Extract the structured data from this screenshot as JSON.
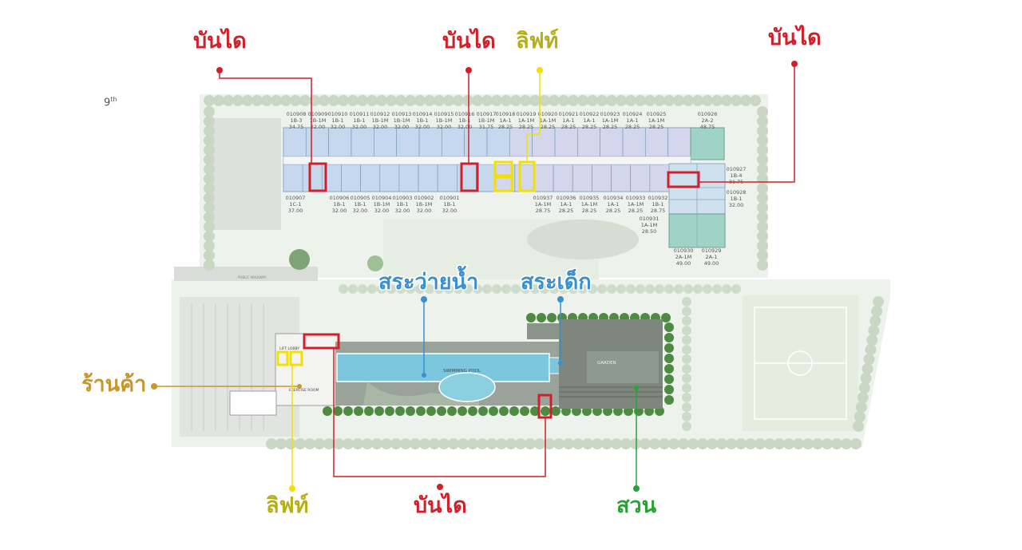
{
  "floor": {
    "number": "9",
    "suffix": "th"
  },
  "colors": {
    "stairs": "#d0202a",
    "lift": "#f2e000",
    "lift_label": "#b5b01a",
    "pool": "#3a8fd0",
    "shop": "#c8962a",
    "garden": "#27a336"
  },
  "callouts": {
    "stairs_1": "บันได",
    "stairs_2": "บันได",
    "lift_top": "ลิฟท์",
    "stairs_3": "บันได",
    "pool": "สระว่ายน้ำ",
    "kids_pool": "สระเด็ก",
    "shop": "ร้านค้า",
    "lift_bottom": "ลิฟท์",
    "stairs_bottom": "บันได",
    "garden": "สวน"
  },
  "map_labels": {
    "swimming_pool": "SWIMMING POOL",
    "garden": "GARDEN",
    "lift_lobby": "LIFT LOBBY",
    "room": "EXERCISE ROOM",
    "road": "PUBLIC WALKWAY"
  },
  "top_units": [
    [
      "010908",
      "1B-3",
      "34.75"
    ],
    [
      "010909",
      "1B-1M",
      "32.00"
    ],
    [
      "010910",
      "1B-1",
      "32.00"
    ],
    [
      "010911",
      "1B-1",
      "32.00"
    ],
    [
      "010912",
      "1B-1M",
      "32.00"
    ],
    [
      "010913",
      "1B-1M",
      "32.00"
    ],
    [
      "010914",
      "1B-1",
      "32.00"
    ],
    [
      "010915",
      "1B-1M",
      "32.00"
    ],
    [
      "010916",
      "1B-1",
      "32.00"
    ],
    [
      "010917",
      "1B-1M",
      "31.75"
    ],
    [
      "010918",
      "1A-1",
      "28.25"
    ],
    [
      "010919",
      "1A-1M",
      "28.25"
    ],
    [
      "010920",
      "1A-1M",
      "28.25"
    ],
    [
      "010921",
      "1A-1",
      "28.25"
    ],
    [
      "010922",
      "1A-1",
      "28.25"
    ],
    [
      "010923",
      "1A-1M",
      "28.25"
    ],
    [
      "010924",
      "1A-1",
      "28.25"
    ],
    [
      "010925",
      "1A-1M",
      "28.25"
    ],
    [
      "010926",
      "2A-2",
      "48.75"
    ]
  ],
  "bottom_units": [
    [
      "010907",
      "1C-1",
      "37.00"
    ],
    [
      "010906",
      "1B-1",
      "32.00"
    ],
    [
      "010905",
      "1B-1",
      "32.00"
    ],
    [
      "010904",
      "1B-1M",
      "32.00"
    ],
    [
      "010903",
      "1B-1",
      "32.00"
    ],
    [
      "010902",
      "1B-1M",
      "32.00"
    ],
    [
      "010901",
      "1B-1",
      "32.00"
    ],
    [
      "010937",
      "1A-1M",
      "28.75"
    ],
    [
      "010936",
      "1A-1",
      "28.25"
    ],
    [
      "010935",
      "1A-1M",
      "28.25"
    ],
    [
      "010934",
      "1A-1",
      "28.25"
    ],
    [
      "010933",
      "1A-1M",
      "28.25"
    ],
    [
      "010932",
      "1B-1",
      "28.75"
    ]
  ],
  "right_units": [
    [
      "010927",
      "1B-4",
      "31.75"
    ],
    [
      "010928",
      "1B-1",
      "32.00"
    ],
    [
      "010931",
      "1A-1M",
      "28.50"
    ],
    [
      "010930",
      "2A-1M",
      "49.00"
    ],
    [
      "010929",
      "2A-1",
      "49.00"
    ]
  ]
}
